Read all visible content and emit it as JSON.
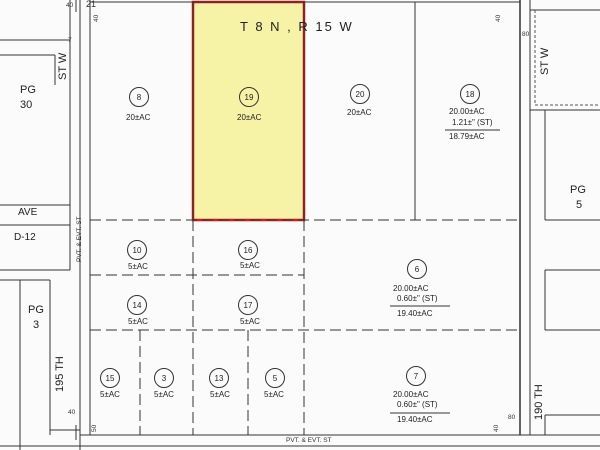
{
  "township_label": "T 8 N ,  R 15 W",
  "street_labels": {
    "st_w_left": "ST W",
    "st_w_right": "ST W",
    "ave": "AVE",
    "th_195": "195 TH",
    "th_190": "190 TH",
    "pvt_top": "PVT. & EVT. ST",
    "pvt_bottom": "PVT. & EVT. ST"
  },
  "page_refs": {
    "pg30_label": "PG",
    "pg30_num": "30",
    "d12": "D-12",
    "pg3_label": "PG",
    "pg3_num": "3",
    "pg5_label": "PG",
    "pg5_num": "5"
  },
  "dimensions": {
    "d40_top_left": "40",
    "d40_top_right": "40",
    "d80_right": "80",
    "d40_bottom_left": "40",
    "d50_bottom": "50",
    "d40_bottom_right": "40",
    "d80_bottom_right": "80",
    "d21": "21",
    "d7": "7"
  },
  "parcels": [
    {
      "id": "p8",
      "number": "8",
      "acres": "20±AC"
    },
    {
      "id": "p19",
      "number": "19",
      "acres": "20±AC",
      "highlighted": true
    },
    {
      "id": "p20",
      "number": "20",
      "acres": "20±AC"
    },
    {
      "id": "p18",
      "number": "18",
      "lines": [
        "20.00±AC",
        "1.21±\"  (ST)",
        "18.79±AC"
      ]
    },
    {
      "id": "p10",
      "number": "10",
      "acres": "5±AC"
    },
    {
      "id": "p16",
      "number": "16",
      "acres": "5±AC"
    },
    {
      "id": "p6",
      "number": "6",
      "lines": [
        "20.00±AC",
        "0.60±\"   (ST)",
        "19.40±AC"
      ]
    },
    {
      "id": "p14",
      "number": "14",
      "acres": "5±AC"
    },
    {
      "id": "p17",
      "number": "17",
      "acres": "5±AC"
    },
    {
      "id": "p15",
      "number": "15",
      "acres": "5±AC"
    },
    {
      "id": "p3",
      "number": "3",
      "acres": "5±AC"
    },
    {
      "id": "p13",
      "number": "13",
      "acres": "5±AC"
    },
    {
      "id": "p5",
      "number": "5",
      "acres": "5±AC"
    },
    {
      "id": "p7",
      "number": "7",
      "lines": [
        "20.00±AC",
        "0.60±\"   (ST)",
        "19.40±AC"
      ]
    }
  ],
  "colors": {
    "highlight_fill": "#f7f3a6",
    "highlight_border": "#d11a1a",
    "line": "#333333"
  }
}
